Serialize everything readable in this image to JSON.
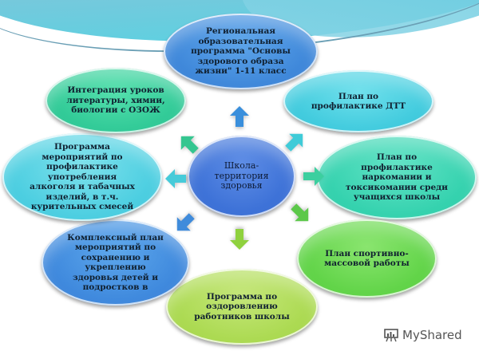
{
  "diagram": {
    "center": {
      "label": "Школа-территория здоровья",
      "lines": [
        "Школа-",
        "территория",
        "здоровья"
      ],
      "color": "#3a6fd6"
    },
    "nodes": [
      {
        "id": "top",
        "lines": [
          "Региональная",
          "образовательная",
          "программа \"Основы",
          "здорового образа",
          "жизни\" 1-11 класс"
        ],
        "color": "#3d86d9"
      },
      {
        "id": "top-right",
        "lines": [
          "План по",
          "профилактике ДТТ"
        ],
        "color": "#3fcadd"
      },
      {
        "id": "right",
        "lines": [
          "План по",
          "профилактике",
          "наркомании и",
          "токсикомании среди",
          "учащихся школы"
        ],
        "color": "#32d1ad"
      },
      {
        "id": "bottom-right",
        "lines": [
          "План спортивно-",
          "массовой работы"
        ],
        "color": "#5fd346"
      },
      {
        "id": "bottom",
        "lines": [
          "Программа по",
          "оздоровлению",
          "работников школы"
        ],
        "color": "#aad94f"
      },
      {
        "id": "bottom-left",
        "lines": [
          "Комплексный план",
          "мероприятий по",
          "сохранению и",
          "укреплению",
          "здоровья детей и",
          "подростков в"
        ],
        "color": "#3d87dc"
      },
      {
        "id": "left",
        "lines": [
          "Программа",
          "мероприятий по",
          "профилактике",
          "употребления",
          "алкоголя и табачных",
          "изделий, в т.ч.",
          "курительных смесей"
        ],
        "color": "#49cde0"
      },
      {
        "id": "top-left",
        "lines": [
          "Интеграция уроков",
          "литературы, химии,",
          "биологии с ОЗОЖ"
        ],
        "color": "#2fc996"
      }
    ],
    "arrows": [
      {
        "direction": "up",
        "color": "#3a8fdc"
      },
      {
        "direction": "up-right",
        "color": "#3fcbd8"
      },
      {
        "direction": "right",
        "color": "#3ccf9f"
      },
      {
        "direction": "down-right",
        "color": "#5cc84a"
      },
      {
        "direction": "down",
        "color": "#8fd13e"
      },
      {
        "direction": "down-left",
        "color": "#3f8bdb"
      },
      {
        "direction": "left",
        "color": "#46cbd9"
      },
      {
        "direction": "up-left",
        "color": "#34c690"
      }
    ]
  },
  "watermark": {
    "text": "MyShared",
    "icon": "presentation-board-icon"
  }
}
